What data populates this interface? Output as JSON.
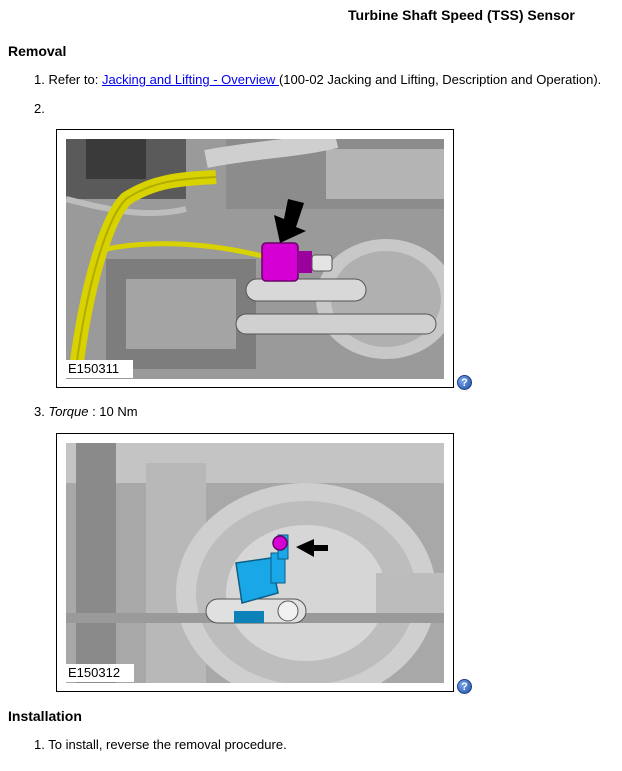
{
  "page": {
    "title": "Turbine Shaft Speed (TSS) Sensor"
  },
  "removal": {
    "heading": "Removal",
    "step1": {
      "number": "1.",
      "prefix": "Refer to: ",
      "link": "Jacking and Lifting - Overview ",
      "suffix": "(100-02 Jacking and Lifting, Description and Operation)."
    },
    "step2": {
      "number": "2."
    },
    "figure1": {
      "label": "E150311"
    },
    "step3": {
      "number": "3.",
      "torque_label": "Torque",
      "torque_value": " : 10 Nm"
    },
    "figure2": {
      "label": "E150312"
    }
  },
  "installation": {
    "heading": "Installation",
    "step1": {
      "number": "1.",
      "text": "To install, reverse the removal procedure."
    }
  },
  "icons": {
    "help": "?"
  },
  "colors": {
    "link": "#0000ee",
    "harness": "#d8d200",
    "connector": "#d400d4",
    "sensor": "#1aa7e8"
  }
}
